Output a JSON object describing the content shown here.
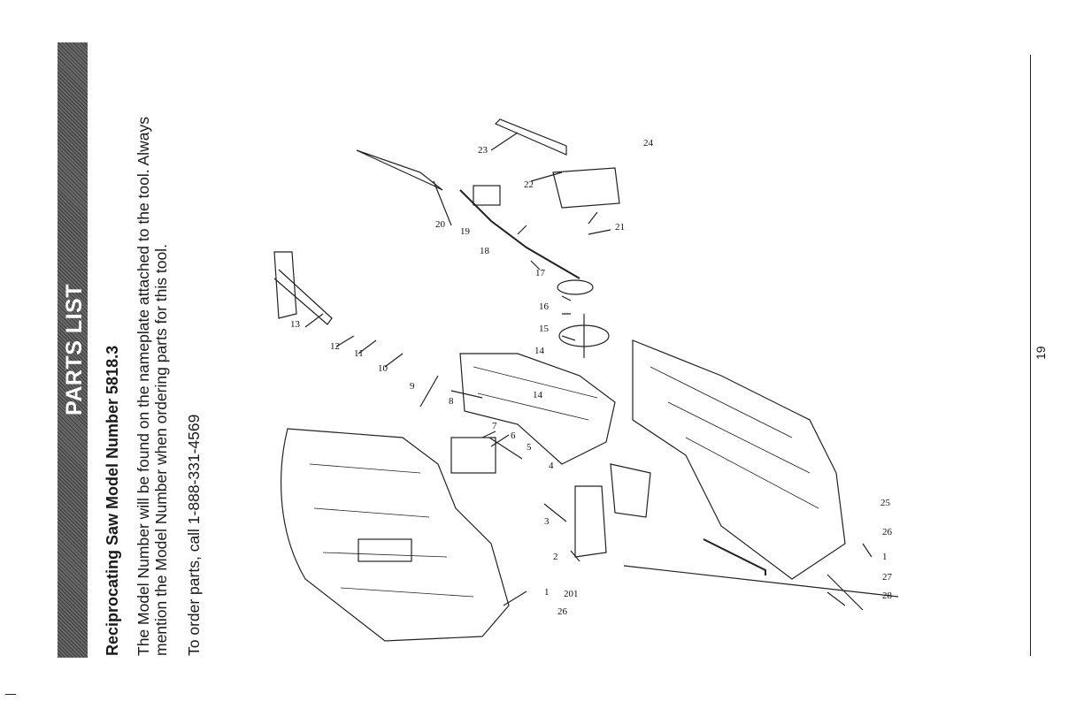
{
  "header": {
    "title": "PARTS LIST"
  },
  "intro": {
    "subtitle": "Reciprocating Saw Model Number 5818.3",
    "line1": "The Model Number will be found on the nameplate attached to the tool. Always",
    "line2": "mention the Model Number when ordering parts for this tool.",
    "line3": "To order parts, call 1-888-331-4569"
  },
  "page_number": "19",
  "diagram": {
    "callouts": [
      {
        "n": "1"
      },
      {
        "n": "2"
      },
      {
        "n": "3"
      },
      {
        "n": "4"
      },
      {
        "n": "5"
      },
      {
        "n": "6"
      },
      {
        "n": "7"
      },
      {
        "n": "8"
      },
      {
        "n": "9"
      },
      {
        "n": "10"
      },
      {
        "n": "11"
      },
      {
        "n": "12"
      },
      {
        "n": "13"
      },
      {
        "n": "14"
      },
      {
        "n": "15"
      },
      {
        "n": "16"
      },
      {
        "n": "17"
      },
      {
        "n": "18"
      },
      {
        "n": "19"
      },
      {
        "n": "20"
      },
      {
        "n": "21"
      },
      {
        "n": "22"
      },
      {
        "n": "23"
      },
      {
        "n": "24"
      },
      {
        "n": "25"
      },
      {
        "n": "26"
      },
      {
        "n": "14"
      },
      {
        "n": "26"
      },
      {
        "n": "1"
      },
      {
        "n": "27"
      },
      {
        "n": "28"
      }
    ],
    "group_label": "201"
  }
}
